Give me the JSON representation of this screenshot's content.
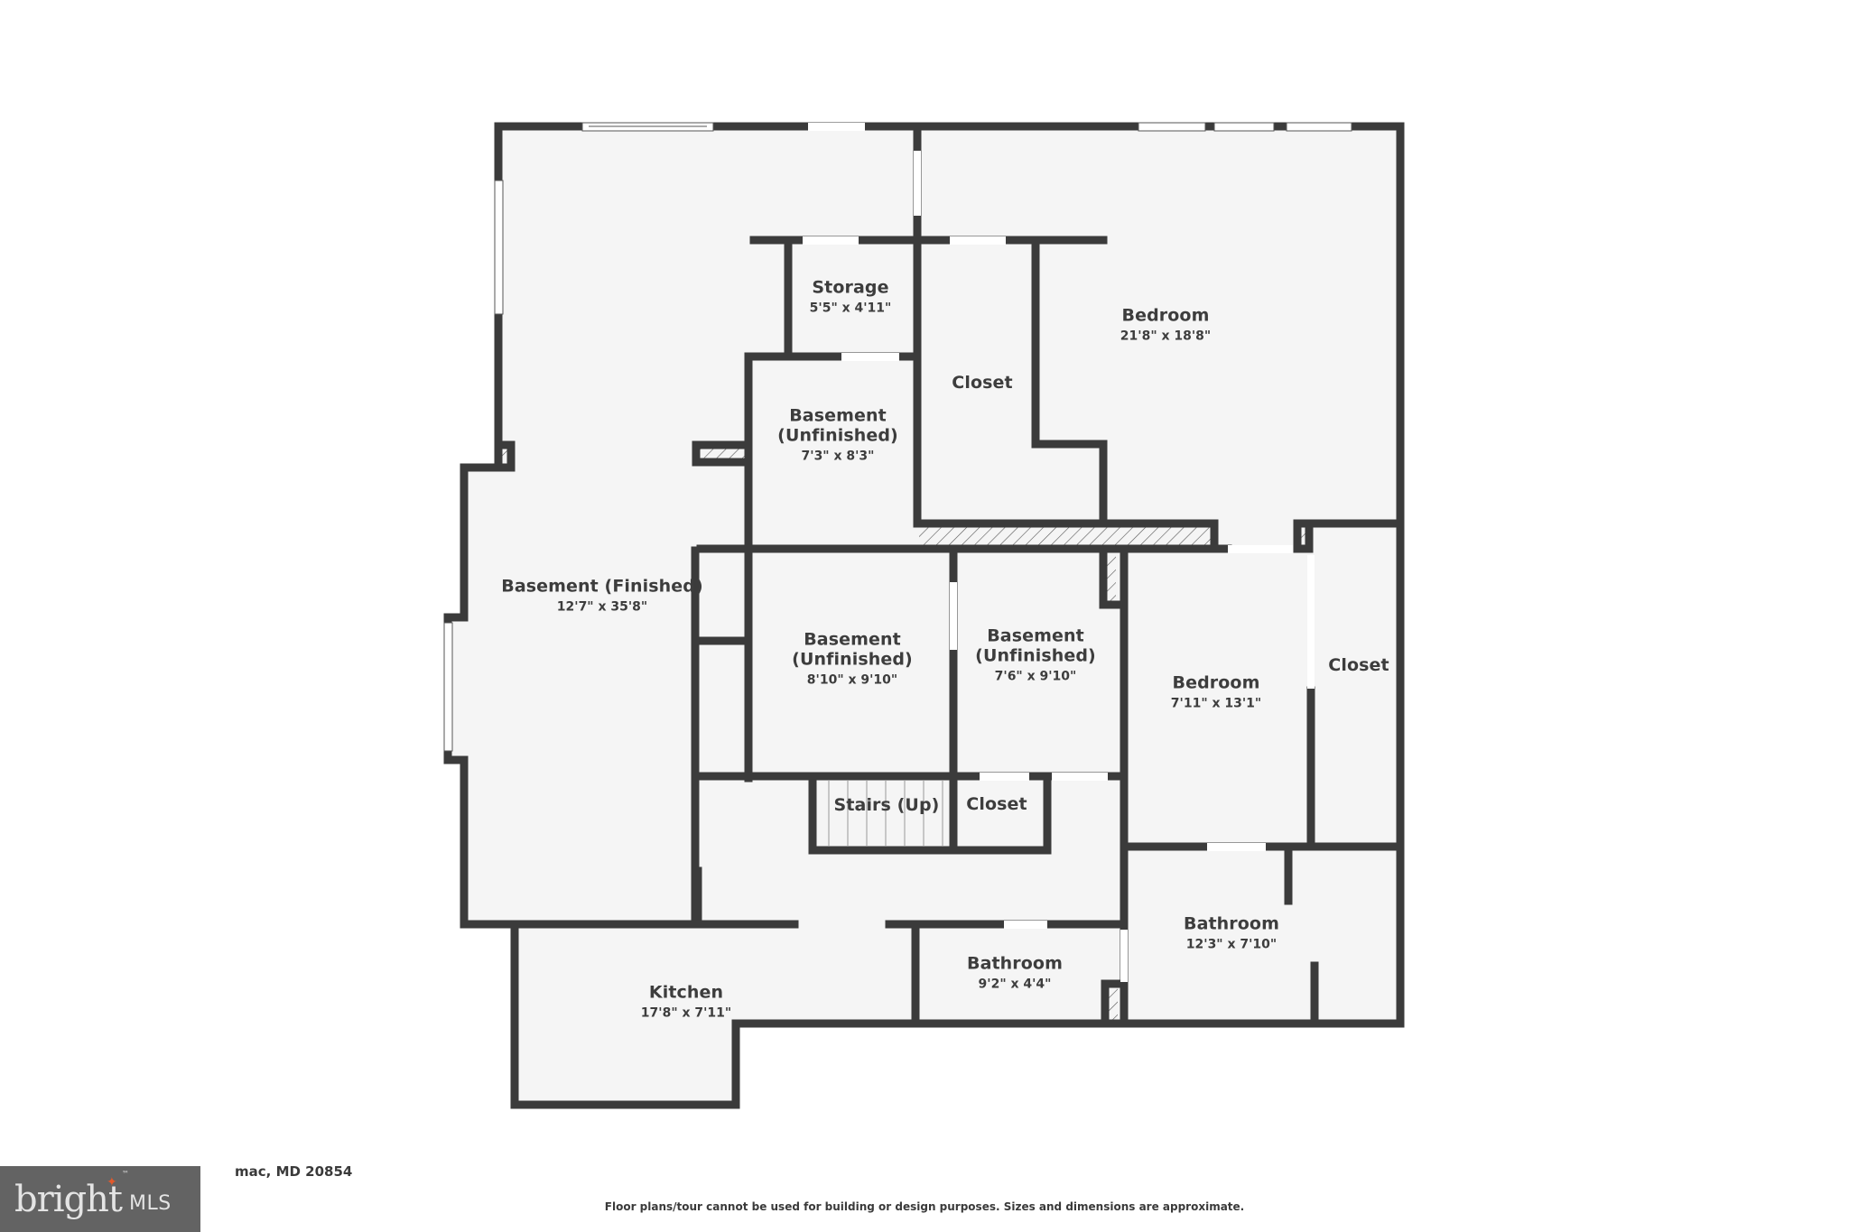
{
  "plan": {
    "colors": {
      "wall": "#3b3b3b",
      "floor": "#f5f5f5",
      "background": "#ffffff",
      "text": "#3d3d3d",
      "hatch": "#555555"
    },
    "rooms": [
      {
        "id": "basement-finished",
        "name": "Basement (Finished)",
        "dimensions": "12'7\" x 35'8\""
      },
      {
        "id": "storage",
        "name": "Storage",
        "dimensions": "5'5\" x 4'11\""
      },
      {
        "id": "closet-upper",
        "name": "Closet",
        "dimensions": ""
      },
      {
        "id": "bedroom-large",
        "name": "Bedroom",
        "dimensions": "21'8\" x 18'8\""
      },
      {
        "id": "basement-unfinished-1",
        "name": "Basement",
        "name2": "(Unfinished)",
        "dimensions": "7'3\" x 8'3\""
      },
      {
        "id": "basement-unfinished-2",
        "name": "Basement",
        "name2": "(Unfinished)",
        "dimensions": "8'10\" x 9'10\""
      },
      {
        "id": "basement-unfinished-3",
        "name": "Basement",
        "name2": "(Unfinished)",
        "dimensions": "7'6\" x 9'10\""
      },
      {
        "id": "bedroom-small",
        "name": "Bedroom",
        "dimensions": "7'11\" x 13'1\""
      },
      {
        "id": "closet-right",
        "name": "Closet",
        "dimensions": ""
      },
      {
        "id": "stairs",
        "name": "Stairs (Up)",
        "dimensions": ""
      },
      {
        "id": "closet-stairs",
        "name": "Closet",
        "dimensions": ""
      },
      {
        "id": "bathroom-large",
        "name": "Bathroom",
        "dimensions": "12'3\" x 7'10\""
      },
      {
        "id": "bathroom-small",
        "name": "Bathroom",
        "dimensions": "9'2\" x 4'4\""
      },
      {
        "id": "kitchen",
        "name": "Kitchen",
        "dimensions": "17'8\" x 7'11\""
      }
    ]
  },
  "footer": {
    "address": "mac, MD 20854",
    "disclaimer": "Floor plans/tour cannot be used for building or design purposes. Sizes and dimensions are approximate."
  },
  "logo": {
    "brand": "bright",
    "suffix": "MLS",
    "trademark": "™",
    "accent_color": "#e2592b"
  }
}
